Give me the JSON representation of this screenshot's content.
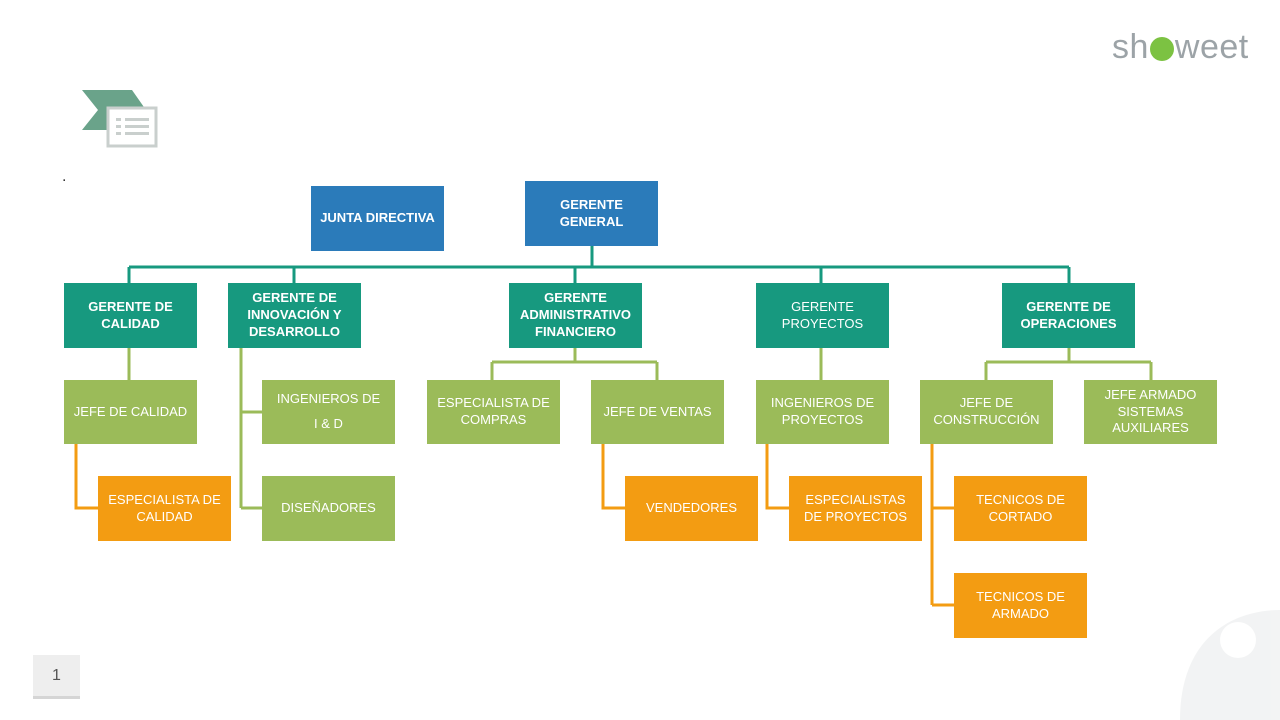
{
  "brand": {
    "logo_text_left": "sh",
    "logo_text_right": "weet"
  },
  "slide": {
    "page_number": "1",
    "dot": "."
  },
  "nodes": {
    "junta": "JUNTA  DIRECTIVA",
    "gerente_general": "GERENTE GENERAL",
    "gerente_calidad": "GERENTE DE CALIDAD",
    "gerente_innovacion": "GERENTE DE INNOVACIÓN Y DESARROLLO",
    "gerente_admin": "GERENTE ADMINISTRATIVO FINANCIERO",
    "gerente_proyectos": "GERENTE PROYECTOS",
    "gerente_operaciones": "GERENTE DE OPERACIONES",
    "jefe_calidad": "JEFE DE CALIDAD",
    "ingenieros_id_line1": "INGENIEROS DE",
    "ingenieros_id_line2": "I & D",
    "especialista_compras": "ESPECIALISTA DE COMPRAS",
    "jefe_ventas": "JEFE DE VENTAS",
    "ingenieros_proyectos": "INGENIEROS DE PROYECTOS",
    "jefe_construccion": "JEFE DE CONSTRUCCIÓN",
    "jefe_armado": "JEFE ARMADO SISTEMAS AUXILIARES",
    "especialista_calidad": "ESPECIALISTA  DE CALIDAD",
    "disenadores": "DISEÑADORES",
    "vendedores": "VENDEDORES",
    "especialistas_proyectos": "ESPECIALISTAS DE PROYECTOS",
    "tecnicos_cortado": "TECNICOS DE CORTADO",
    "tecnicos_armado": "TECNICOS DE ARMADO"
  },
  "colors": {
    "blue": "#2b7bba",
    "teal": "#17997f",
    "green": "#9bbb59",
    "orange": "#f39c12",
    "icon": "#6aa38a"
  },
  "icons": {
    "header_icon": "list-document-icon",
    "logo_icon": "leaf-o-icon",
    "watermark": "brand-watermark-icon"
  }
}
